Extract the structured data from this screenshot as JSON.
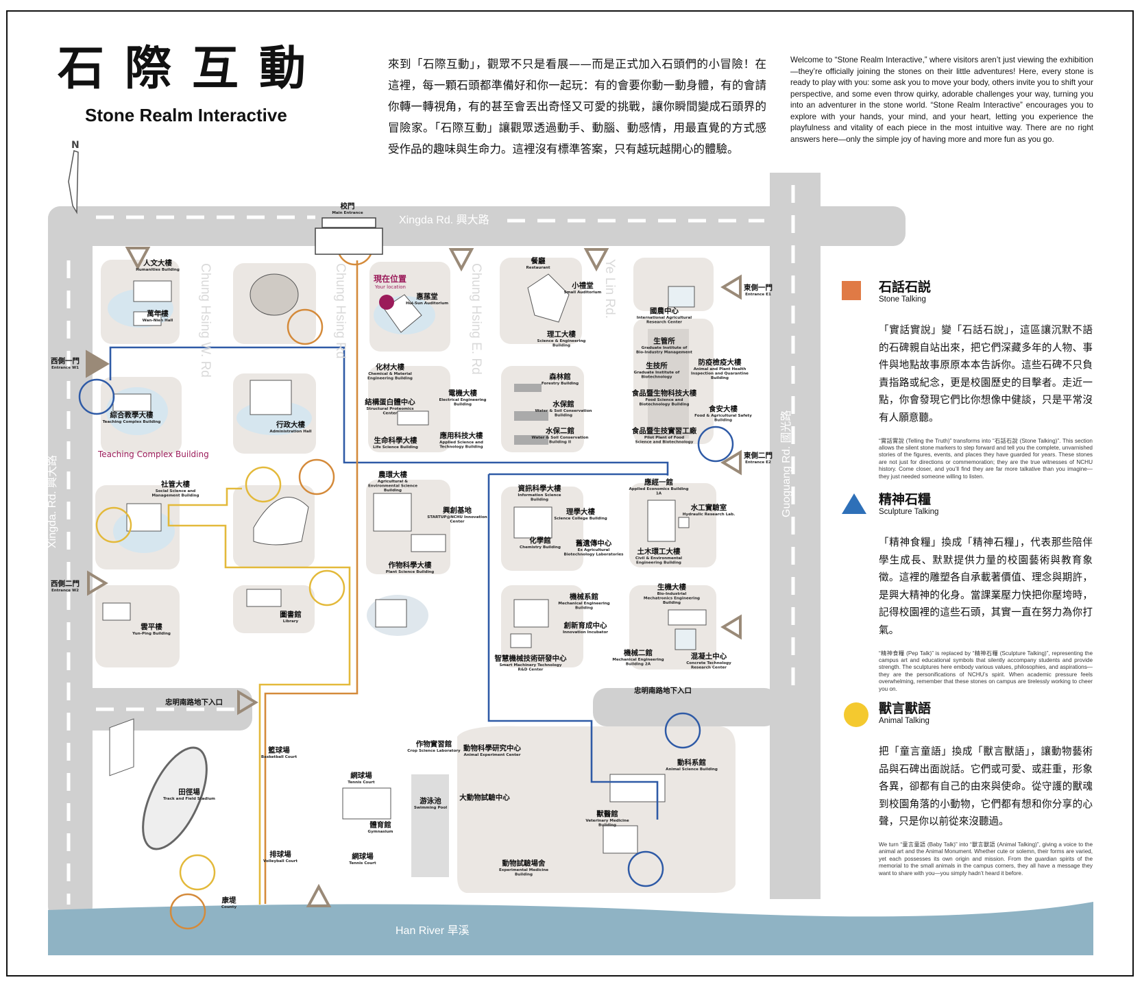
{
  "header": {
    "title_zh": "石際互動",
    "title_en": "Stone Realm Interactive",
    "intro_zh": "來到「石際互動」，觀眾不只是看展——而是正式加入石頭們的小冒險！在這裡，每一顆石頭都準備好和你一起玩：有的會要你動一動身體，有的會請你轉一轉視角，有的甚至會丟出奇怪又可愛的挑戰，讓你瞬間變成石頭界的冒險家。「石際互動」讓觀眾透過動手、動腦、動感情，用最直覺的方式感受作品的趣味與生命力。這裡沒有標準答案，只有越玩越開心的體驗。",
    "intro_en": "Welcome to “Stone Realm Interactive,” where visitors aren’t just viewing the exhibition—they’re officially joining the stones on their little adventures! Here, every stone is ready to play with you: some ask you to move your body, others invite you to shift your perspective, and some even throw quirky, adorable challenges your way, turning you into an adventurer in the stone world. “Stone Realm Interactive” encourages you to explore with your hands, your mind, and your heart, letting you experience the playfulness and vitality of each piece in the most intuitive way. There are no right answers here—only the simple joy of having more and more fun as you go."
  },
  "legend": [
    {
      "title_zh": "石話石説",
      "title_en": "Stone Talking",
      "marker": "orange-square",
      "color": "#e07a45",
      "text_zh": "「實話實說」變「石話石說」，這區讓沉默不語的石碑親自站出來，把它們深藏多年的人物、事件與地點故事原原本本告訴你。這些石碑不只負責指路或紀念，更是校園歷史的目擊者。走近一點，你會發現它們比你想像中健談，只是平常沒有人願意聽。",
      "text_en": "“實話實說 (Telling the Truth)” transforms into “石話石說 (Stone Talking)”. This section allows the silent stone markers to step forward and tell you the complete, unvarnished stories of the figures, events, and places they have guarded for years. These stones are not just for directions or commemoration; they are the true witnesses of NCHU history. Come closer, and you’ll find they are far more talkative than you imagine—they just needed someone willing to listen."
    },
    {
      "title_zh": "精神石糧",
      "title_en": "Sculpture Talking",
      "marker": "blue-triangle",
      "color": "#2e70b8",
      "text_zh": "「精神食糧」換成「精神石糧」，代表那些陪伴學生成長、默默提供力量的校園藝術與教育象徵。這裡的雕塑各自承載著價值、理念與期許，是興大精神的化身。當課業壓力快把你壓垮時，記得校園裡的這些石頭，其實一直在努力為你打氣。",
      "text_en": "“精神食糧 (Pep Talk)” is replaced by “精神石糧 (Sculpture Talking)”, representing the campus art and educational symbols that silently accompany students and provide strength. The sculptures here embody various values, philosophies, and aspirations—they are the personifications of NCHU’s spirit. When academic pressure feels overwhelming, remember that these stones on campus are tirelessly working to cheer you on."
    },
    {
      "title_zh": "獸言獸語",
      "title_en": "Animal Talking",
      "marker": "yellow-circle",
      "color": "#f4c92f",
      "text_zh": "把「童言童語」換成「獸言獸語」，讓動物藝術品與石碑出面說話。它們或可愛、或莊重，形象各異，卻都有自己的由來與使命。從守護的獸魂到校園角落的小動物，它們都有想和你分享的心聲，只是你以前從來沒聽過。",
      "text_en": "We turn “童言童語 (Baby Talk)” into “獸言獸語 (Animal Talking)”, giving a voice to the animal art and the Animal Monument. Whether cute or solemn, their forms are varied, yet each possesses its own origin and mission. From the guardian spirits of the memorial to the small animals in the campus corners, they all have a message they want to share with you—you simply hadn’t heard it before."
    }
  ],
  "map": {
    "north": "N",
    "roads": {
      "xingda_top": "Xingda Rd. 興大路",
      "xingda_left": "Xingda. Rd. 興大路",
      "chung_hsing_w": "Chung Hsing W. Rd",
      "chung_hsing": "Chung Hsing Rd",
      "chung_hsing_e": "Chung Hsing E. Rd",
      "ye_lin": "Ye Lin Rd.",
      "guoguang": "Guoguang Rd. 國光路",
      "river": "Han River 旱溪"
    },
    "entrances": {
      "main_zh": "校門",
      "main_en": "Main Entrance",
      "w1_zh": "西側一門",
      "w1_en": "Entrance W1",
      "w2_zh": "西側二門",
      "w2_en": "Entrance W2",
      "e1_zh": "東側一門",
      "e1_en": "Entrance E1",
      "e2_zh": "東側二門",
      "e2_en": "Entrance E2",
      "underpass_w": "忠明南路地下入口",
      "underpass_e": "忠明南路地下入口"
    },
    "you_are_here_zh": "現在位置",
    "you_are_here_en": "Your location",
    "highlight_building": "Teaching Complex Building",
    "colors": {
      "stone": "#e07a45",
      "sculpture": "#2e70b8",
      "animal": "#f4c92f",
      "you": "#9b1b5a",
      "road": "#d0d0d0",
      "river": "#8fb3c4",
      "block": "#ebe7e3"
    },
    "buildings": [
      {
        "zh": "人文大樓",
        "en": "Humanities Building"
      },
      {
        "zh": "萬年樓",
        "en": "Wan-Nien Hall"
      },
      {
        "zh": "惠蓀堂",
        "en": "Hui-Sun Auditorium"
      },
      {
        "zh": "餐廳",
        "en": "Restaurant"
      },
      {
        "zh": "小禮堂",
        "en": "Small Auditorium"
      },
      {
        "zh": "理工大樓",
        "en": "Science & Engineering Building"
      },
      {
        "zh": "國農中心",
        "en": "International Agricultural Research Center"
      },
      {
        "zh": "生管所",
        "en": "Graduate Institute of Bio-Industry Management"
      },
      {
        "zh": "生技所",
        "en": "Graduate Institute of Biotechnology"
      },
      {
        "zh": "防疫檢疫大樓",
        "en": "Animal and Plant Health Inspection and Quarantine Building"
      },
      {
        "zh": "食品暨生物科技大樓",
        "en": "Food Science and Biotechnology Building"
      },
      {
        "zh": "食安大樓",
        "en": "Food & Agricultural Safety Building"
      },
      {
        "zh": "食品暨生技實習工廠",
        "en": "Pilot Plant of Food Science and Biotechnology"
      },
      {
        "zh": "綜合教學大樓",
        "en": "Teaching Complex Building"
      },
      {
        "zh": "行政大樓",
        "en": "Administration Hall"
      },
      {
        "zh": "化材大樓",
        "en": "Chemical & Material Engineering Building"
      },
      {
        "zh": "結構蛋白體中心",
        "en": "Structural Proteomics Center"
      },
      {
        "zh": "電機大樓",
        "en": "Electrical Engineering Building"
      },
      {
        "zh": "生命科學大樓",
        "en": "Life Science Building"
      },
      {
        "zh": "應用科技大樓",
        "en": "Applied Science and Technology Building"
      },
      {
        "zh": "森林館",
        "en": "Forestry Building"
      },
      {
        "zh": "水保館",
        "en": "Water & Soil Conservation Building"
      },
      {
        "zh": "水保二館",
        "en": "Water & Soil Conservation Building II"
      },
      {
        "zh": "社管大樓",
        "en": "Social Science and Management Building"
      },
      {
        "zh": "農環大樓",
        "en": "Agricultural & Environmental Science Building"
      },
      {
        "zh": "興創基地",
        "en": "STARTUP@NCHU Innovation Center"
      },
      {
        "zh": "作物科學大樓",
        "en": "Plant Science Building"
      },
      {
        "zh": "資訊科學大樓",
        "en": "Information Science Building"
      },
      {
        "zh": "理學大樓",
        "en": "Science College Building"
      },
      {
        "zh": "化學館",
        "en": "Chemistry Building"
      },
      {
        "zh": "舊遺傳中心",
        "en": "Ex Agricultural Biotechnology Laboratories"
      },
      {
        "zh": "應經一館",
        "en": "Applied Economics Building 1A"
      },
      {
        "zh": "水工實驗室",
        "en": "Hydraulic Research Lab."
      },
      {
        "zh": "土木環工大樓",
        "en": "Civil & Environmental Engineering Building"
      },
      {
        "zh": "雲平樓",
        "en": "Yun-Ping Building"
      },
      {
        "zh": "圖書館",
        "en": "Library"
      },
      {
        "zh": "機械系館",
        "en": "Mechanical Engineering Building"
      },
      {
        "zh": "創新育成中心",
        "en": "Innovation Incubator"
      },
      {
        "zh": "智慧機械技術研發中心",
        "en": "Smart Machinery Technology R&D Center"
      },
      {
        "zh": "生機大樓",
        "en": "Bio-Industrial Mechatronics Engineering Building"
      },
      {
        "zh": "機械二館",
        "en": "Mechanical Engineering Building 2A"
      },
      {
        "zh": "混凝土中心",
        "en": "Concrete Technology Research Center"
      },
      {
        "zh": "籃球場",
        "en": "Basketball Court"
      },
      {
        "zh": "田徑場",
        "en": "Track and Field Stadium"
      },
      {
        "zh": "網球場",
        "en": "Tennis Court"
      },
      {
        "zh": "體育館",
        "en": "Gymnasium"
      },
      {
        "zh": "排球場",
        "en": "Volleyball Court"
      },
      {
        "zh": "網球場",
        "en": "Tennis Court"
      },
      {
        "zh": "游泳池",
        "en": "Swimming Pool"
      },
      {
        "zh": "作物實習館",
        "en": "Crop Science Laboratory"
      },
      {
        "zh": "動物科學研究中心",
        "en": "Animal Experiment Center"
      },
      {
        "zh": "大動物試驗中心",
        "en": ""
      },
      {
        "zh": "獸醫館",
        "en": "Veterinary Medicine Building"
      },
      {
        "zh": "動科系館",
        "en": "Animal Science Building"
      },
      {
        "zh": "動物試驗場舍",
        "en": "Experimental Medicine Building"
      },
      {
        "zh": "康堤",
        "en": "County"
      }
    ]
  }
}
